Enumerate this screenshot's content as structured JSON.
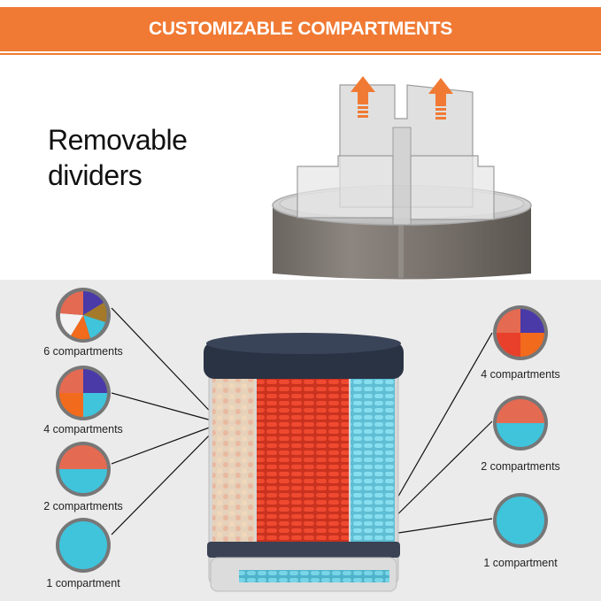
{
  "banner": {
    "title": "CUSTOMIZABLE COMPARTMENTS"
  },
  "top": {
    "heading_line1": "Removable",
    "heading_line2": "dividers"
  },
  "left_options": [
    {
      "label": "6 compartments"
    },
    {
      "label": "4 compartments"
    },
    {
      "label": "2 compartments"
    },
    {
      "label": "1 compartment"
    }
  ],
  "right_options": [
    {
      "label": "4 compartments"
    },
    {
      "label": "2 compartments"
    },
    {
      "label": "1 compartment"
    }
  ],
  "colors": {
    "accent": "#f07a34",
    "pill_red": "#e8402a",
    "pill_blue": "#3fc4dc",
    "pill_salmon": "#e56a52",
    "pill_orange": "#f26a1b",
    "pill_brown": "#a47a2a",
    "pill_purple": "#4a3aa8",
    "lid_navy": "#2a3344"
  }
}
